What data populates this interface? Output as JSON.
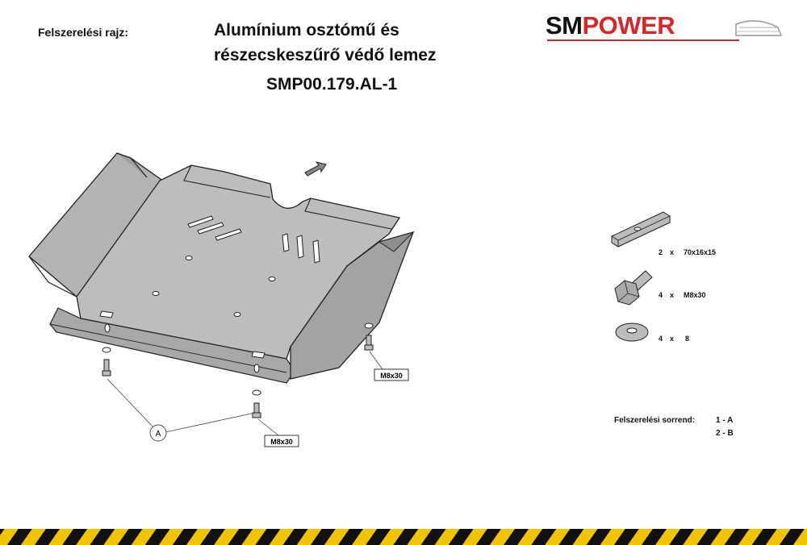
{
  "header": {
    "install_label": "Felszerelési rajz:",
    "title_line1": "Alumínium osztómű és",
    "title_line2": "részecskeszűrő védő lemez",
    "part_number": "SMP00.179.AL-1"
  },
  "logo": {
    "sm": "SM",
    "power": "POWER",
    "brand_red": "#d9262a"
  },
  "callouts": {
    "bolt_left": "M8x30",
    "bolt_right": "M8x30",
    "point_a": "A"
  },
  "parts": [
    {
      "qty": "2",
      "x": "x",
      "size": "70x16x15"
    },
    {
      "qty": "4",
      "x": "x",
      "size": "M8x30"
    },
    {
      "qty": "4",
      "x": "x",
      "size": "8"
    }
  ],
  "order": {
    "title": "Felszerelési sorrend:",
    "step1": "1 - A",
    "step2": "2 - B"
  },
  "colors": {
    "plate_fill": "#b3b3b3",
    "plate_light": "#cfcfcf",
    "hazard_yellow": "#f1c400"
  }
}
